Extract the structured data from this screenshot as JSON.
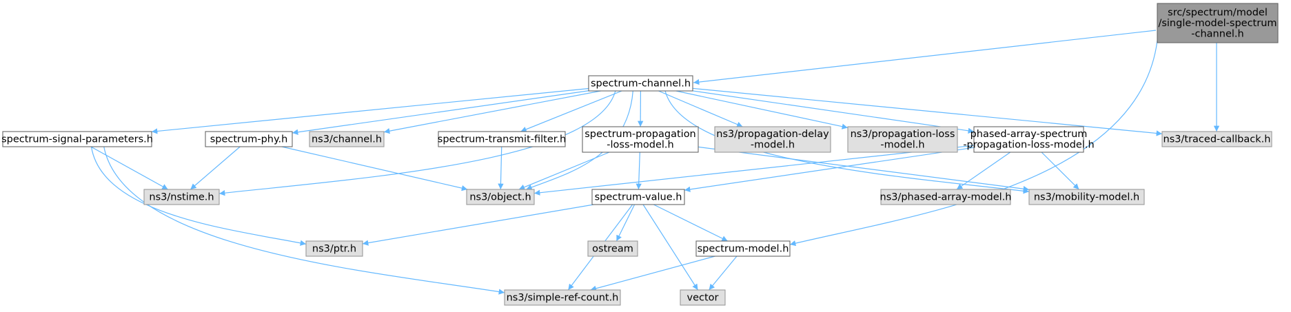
{
  "colors": {
    "edge": "#63b8ff",
    "root_fill": "#999999",
    "root_border": "#666666",
    "header_fill": "#ffffff",
    "header_border": "#666666",
    "external_fill": "#e0e0e0",
    "external_border": "#999999"
  },
  "nodes": [
    {
      "id": "root",
      "lines": [
        "src/spectrum/model",
        "/single-model-spectrum",
        "-channel.h"
      ],
      "kind": "root"
    },
    {
      "id": "spectrum-channel",
      "lines": [
        "spectrum-channel.h"
      ],
      "kind": "header"
    },
    {
      "id": "spectrum-signal-parameters",
      "lines": [
        "spectrum-signal-parameters.h"
      ],
      "kind": "header"
    },
    {
      "id": "spectrum-phy",
      "lines": [
        "spectrum-phy.h"
      ],
      "kind": "header"
    },
    {
      "id": "ns3-channel",
      "lines": [
        "ns3/channel.h"
      ],
      "kind": "external"
    },
    {
      "id": "spectrum-transmit-filter",
      "lines": [
        "spectrum-transmit-filter.h"
      ],
      "kind": "header"
    },
    {
      "id": "spectrum-propagation-loss-model",
      "lines": [
        "spectrum-propagation",
        "-loss-model.h"
      ],
      "kind": "header"
    },
    {
      "id": "ns3-propagation-delay-model",
      "lines": [
        "ns3/propagation-delay",
        "-model.h"
      ],
      "kind": "external"
    },
    {
      "id": "ns3-propagation-loss-model",
      "lines": [
        "ns3/propagation-loss",
        "-model.h"
      ],
      "kind": "external"
    },
    {
      "id": "phased-array-spectrum-propagation-loss-model",
      "lines": [
        "phased-array-spectrum",
        "-propagation-loss-model.h"
      ],
      "kind": "header"
    },
    {
      "id": "ns3-traced-callback",
      "lines": [
        "ns3/traced-callback.h"
      ],
      "kind": "external"
    },
    {
      "id": "ns3-nstime",
      "lines": [
        "ns3/nstime.h"
      ],
      "kind": "external"
    },
    {
      "id": "ns3-object",
      "lines": [
        "ns3/object.h"
      ],
      "kind": "external"
    },
    {
      "id": "spectrum-value",
      "lines": [
        "spectrum-value.h"
      ],
      "kind": "header"
    },
    {
      "id": "ns3-phased-array-model",
      "lines": [
        "ns3/phased-array-model.h"
      ],
      "kind": "external"
    },
    {
      "id": "ns3-mobility-model",
      "lines": [
        "ns3/mobility-model.h"
      ],
      "kind": "external"
    },
    {
      "id": "ns3-ptr",
      "lines": [
        "ns3/ptr.h"
      ],
      "kind": "external"
    },
    {
      "id": "ostream",
      "lines": [
        "ostream"
      ],
      "kind": "external"
    },
    {
      "id": "spectrum-model",
      "lines": [
        "spectrum-model.h"
      ],
      "kind": "header"
    },
    {
      "id": "ns3-simple-ref-count",
      "lines": [
        "ns3/simple-ref-count.h"
      ],
      "kind": "external"
    },
    {
      "id": "vector",
      "lines": [
        "vector"
      ],
      "kind": "external"
    }
  ],
  "edges": [
    [
      "root",
      "spectrum-channel"
    ],
    [
      "root",
      "ns3-traced-callback"
    ],
    [
      "root",
      "spectrum-model"
    ],
    [
      "spectrum-channel",
      "spectrum-signal-parameters"
    ],
    [
      "spectrum-channel",
      "ns3-nstime"
    ],
    [
      "spectrum-channel",
      "spectrum-phy"
    ],
    [
      "spectrum-channel",
      "ns3-channel"
    ],
    [
      "spectrum-channel",
      "ns3-object"
    ],
    [
      "spectrum-channel",
      "spectrum-transmit-filter"
    ],
    [
      "spectrum-channel",
      "spectrum-propagation-loss-model"
    ],
    [
      "spectrum-channel",
      "ns3-propagation-delay-model"
    ],
    [
      "spectrum-channel",
      "ns3-propagation-loss-model"
    ],
    [
      "spectrum-channel",
      "phased-array-spectrum-propagation-loss-model"
    ],
    [
      "spectrum-channel",
      "ns3-traced-callback"
    ],
    [
      "spectrum-channel",
      "ns3-mobility-model"
    ],
    [
      "spectrum-signal-parameters",
      "ns3-nstime"
    ],
    [
      "spectrum-signal-parameters",
      "ns3-ptr"
    ],
    [
      "spectrum-signal-parameters",
      "ns3-simple-ref-count"
    ],
    [
      "spectrum-phy",
      "ns3-nstime"
    ],
    [
      "spectrum-phy",
      "ns3-object"
    ],
    [
      "spectrum-transmit-filter",
      "ns3-object"
    ],
    [
      "spectrum-propagation-loss-model",
      "ns3-object"
    ],
    [
      "spectrum-propagation-loss-model",
      "spectrum-value"
    ],
    [
      "spectrum-propagation-loss-model",
      "ns3-mobility-model"
    ],
    [
      "phased-array-spectrum-propagation-loss-model",
      "ns3-object"
    ],
    [
      "phased-array-spectrum-propagation-loss-model",
      "spectrum-value"
    ],
    [
      "phased-array-spectrum-propagation-loss-model",
      "ns3-phased-array-model"
    ],
    [
      "phased-array-spectrum-propagation-loss-model",
      "ns3-mobility-model"
    ],
    [
      "spectrum-value",
      "ns3-ptr"
    ],
    [
      "spectrum-value",
      "ostream"
    ],
    [
      "spectrum-value",
      "spectrum-model"
    ],
    [
      "spectrum-value",
      "ns3-simple-ref-count"
    ],
    [
      "spectrum-value",
      "vector"
    ],
    [
      "spectrum-model",
      "ns3-simple-ref-count"
    ],
    [
      "spectrum-model",
      "vector"
    ]
  ]
}
